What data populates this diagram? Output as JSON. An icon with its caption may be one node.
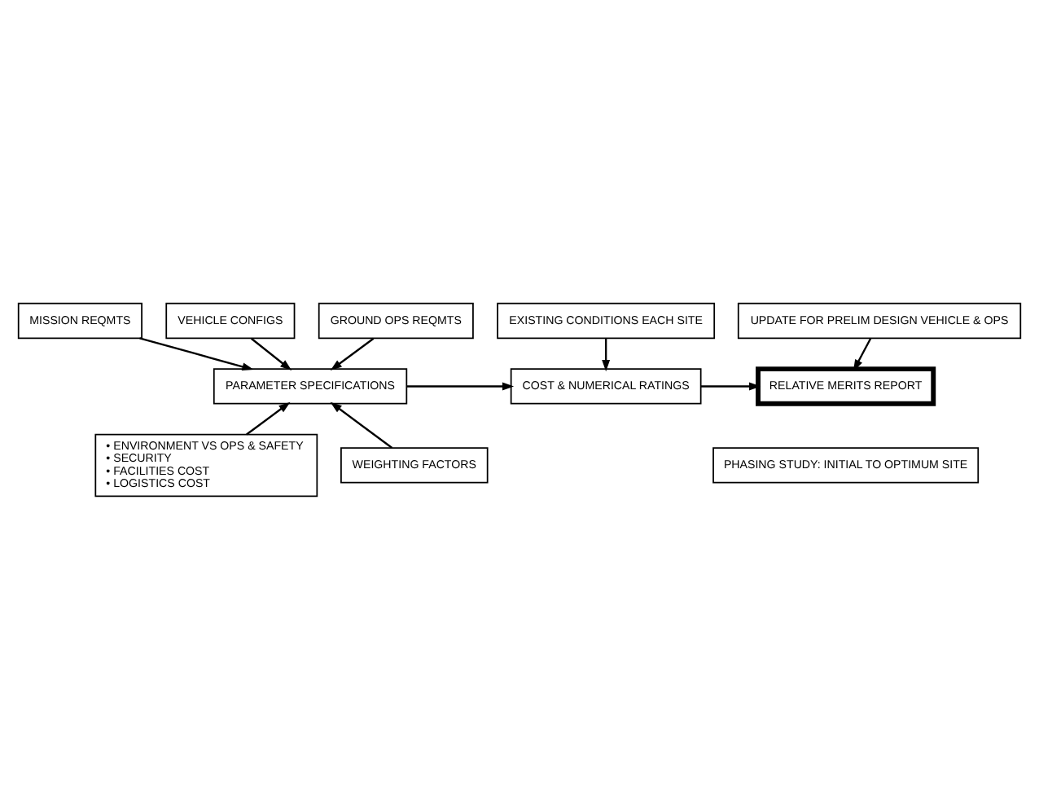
{
  "diagram": {
    "nodes": [
      {
        "text": [
          "MISSION REQMTS"
        ]
      },
      {
        "text": [
          "VEHICLE CONFIGS"
        ]
      },
      {
        "text": [
          "GROUND OPS REQMTS"
        ]
      },
      {
        "text": [
          "EXISTING CONDITIONS EACH SITE"
        ]
      },
      {
        "text": [
          "UPDATE FOR PRELIM DESIGN VEHICLE & OPS"
        ]
      },
      {
        "text": [
          "PARAMETER SPECIFICATIONS"
        ]
      },
      {
        "text": [
          "COST & NUMERICAL RATINGS"
        ]
      },
      {
        "text": [
          "RELATIVE MERITS REPORT"
        ]
      },
      {
        "text": [
          "• ENVIRONMENT VS OPS & SAFETY",
          "• SECURITY",
          "• FACILITIES COST",
          "• LOGISTICS COST"
        ]
      },
      {
        "text": [
          "WEIGHTING FACTORS"
        ]
      },
      {
        "text": [
          "PHASING STUDY: INITIAL TO OPTIMUM SITE"
        ]
      }
    ],
    "edges": [
      {
        "from": 1,
        "to": 5,
        "arrow": "to"
      },
      {
        "from": 0,
        "to": 5,
        "arrow": "to"
      },
      {
        "from": 2,
        "to": 5,
        "arrow": "to"
      },
      {
        "from": 3,
        "to": 6,
        "arrow": "to"
      },
      {
        "from": 5,
        "to": 6,
        "arrow": "to"
      },
      {
        "from": 6,
        "to": 7,
        "arrow": "to"
      },
      {
        "from": 4,
        "to": 7,
        "arrow": "to"
      },
      {
        "from": 8,
        "to": 5,
        "arrow": "to"
      },
      {
        "from": 9,
        "to": 5,
        "arrow": "to"
      }
    ]
  }
}
